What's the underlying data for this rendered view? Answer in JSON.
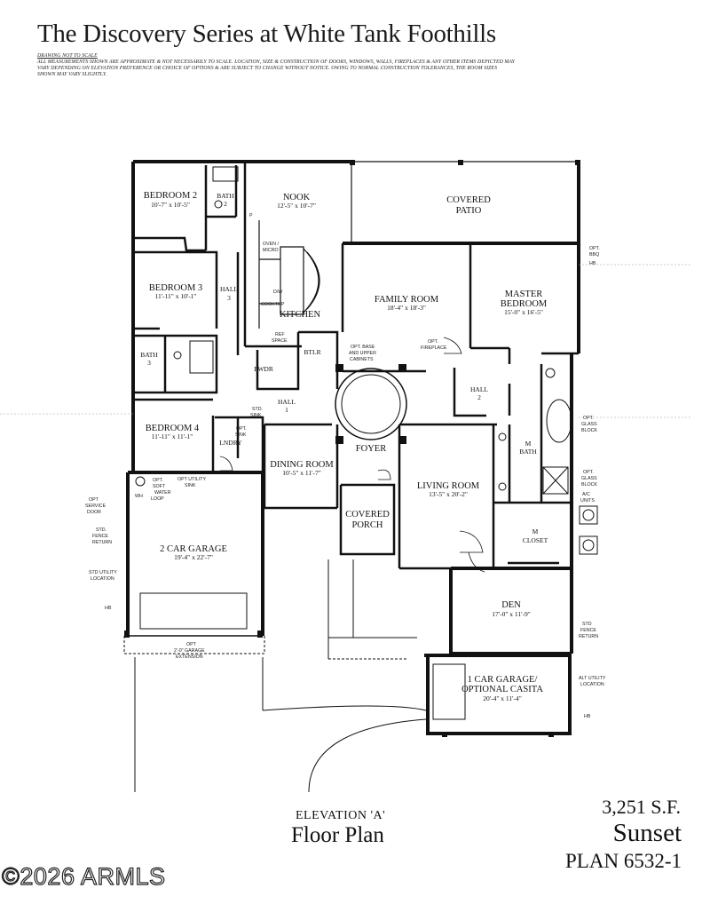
{
  "header": {
    "title": "The Discovery Series at White Tank Foothills",
    "disclaimer_line1": "DRAWING NOT TO SCALE",
    "disclaimer_rest": "ALL MEASUREMENTS SHOWN ARE APPROXIMATE & NOT NECESSARILY TO SCALE. LOCATION, SIZE & CONSTRUCTION OF DOORS, WINDOWS, WALLS, FIREPLACES & ANY OTHER ITEMS DEPICTED MAY VARY DEPENDING ON ELEVATION PREFERENCE OR CHOICE OF OPTIONS & ARE SUBJECT TO CHANGE WITHOUT NOTICE. OWING TO NORMAL CONSTRUCTION TOLERANCES, THE ROOM SIZES SHOWN MAY VARY SLIGHTLY."
  },
  "rooms": {
    "bedroom2": {
      "name": "BEDROOM 2",
      "dims": "10'-7\" x 10'-5\""
    },
    "bath2": {
      "name": "BATH",
      "num": "2"
    },
    "nook": {
      "name": "NOOK",
      "dims": "12'-5\" x 10'-7\""
    },
    "covered_patio": {
      "name": "COVERED",
      "name2": "PATIO"
    },
    "bedroom3": {
      "name": "BEDROOM 3",
      "dims": "11'-11\" x 10'-1\""
    },
    "hall3": {
      "name": "HALL",
      "num": "3"
    },
    "kitchen": {
      "name": "KITCHEN"
    },
    "family_room": {
      "name": "FAMILY ROOM",
      "dims": "18'-4\" x 18'-3\""
    },
    "master_bedroom": {
      "name": "MASTER",
      "name2": "BEDROOM",
      "dims": "15'-0\" x 16'-5\""
    },
    "bath3": {
      "name": "BATH",
      "num": "3"
    },
    "pwdr": {
      "name": "PWDR"
    },
    "btlr": {
      "name": "BTLR"
    },
    "hall1": {
      "name": "HALL",
      "num": "1"
    },
    "hall2": {
      "name": "HALL",
      "num": "2"
    },
    "bedroom4": {
      "name": "BEDROOM 4",
      "dims": "11'-11\" x 11'-1\""
    },
    "lndry": {
      "name": "LNDRY"
    },
    "dining_room": {
      "name": "DINING ROOM",
      "dims": "10'-5\" x 11'-7\""
    },
    "foyer": {
      "name": "FOYER"
    },
    "living_room": {
      "name": "LIVING ROOM",
      "dims": "13'-5\" x 20'-2\""
    },
    "m_bath": {
      "name": "M",
      "name2": "BATH"
    },
    "garage2": {
      "name": "2 CAR GARAGE",
      "dims": "19'-4\" x 22'-7\""
    },
    "covered_porch": {
      "name": "COVERED",
      "name2": "PORCH"
    },
    "m_closet": {
      "name": "M",
      "name2": "CLOSET"
    },
    "den": {
      "name": "DEN",
      "dims": "17'-0\" x 11'-9\""
    },
    "garage1": {
      "name": "1 CAR GARAGE/",
      "name2": "OPTIONAL CASITA",
      "dims": "20'-4\" x 11'-4\""
    }
  },
  "notes": {
    "p": "P",
    "oven": "OVEN /",
    "micro": "MICRO",
    "dw": "D/W",
    "cooktop": "COOKTOP",
    "ref": "REF",
    "space": "SPACE",
    "opt_base": "OPT. BASE",
    "and_upper": "AND UPPER",
    "cabinets": "CABINETS",
    "opt": "OPT.",
    "fireplace": "FIREPLACE",
    "std": "STD.",
    "sink": "SINK",
    "opt_sink": "SINK",
    "opt_utility": "OPT UTILITY",
    "soft": "SOFT",
    "water": "WATER",
    "loop": "LOOP",
    "wh": "WH",
    "opt_service": "OPT",
    "service_door": "SERVICE",
    "door": "DOOR",
    "std_fence": "STD.",
    "fence": "FENCE",
    "return": "RETURN",
    "std_utility": "STD UTILITY",
    "location": "LOCATION",
    "hb": "HB",
    "opt_bbq": "OPT.",
    "bbq": "BBQ",
    "opt_glass": "OPT.",
    "glass": "GLASS",
    "block": "BLOCK",
    "ac": "A/C",
    "units": "UNITS",
    "std_fence_r": "STD",
    "fence_r": "FENCE",
    "return_r": "RETURN",
    "alt_utility": "ALT UTILITY",
    "location_r": "LOCATION",
    "garage_ext_opt": "OPT",
    "garage_ext": "2'-0\" GARAGE",
    "extension": "EXTENSION"
  },
  "footer": {
    "elevation": "ELEVATION 'A'",
    "floor_plan": "Floor Plan",
    "sq_ft": "3,251 S.F.",
    "model": "Sunset",
    "plan": "PLAN 6532-1",
    "watermark": "©2026 ARMLS"
  }
}
